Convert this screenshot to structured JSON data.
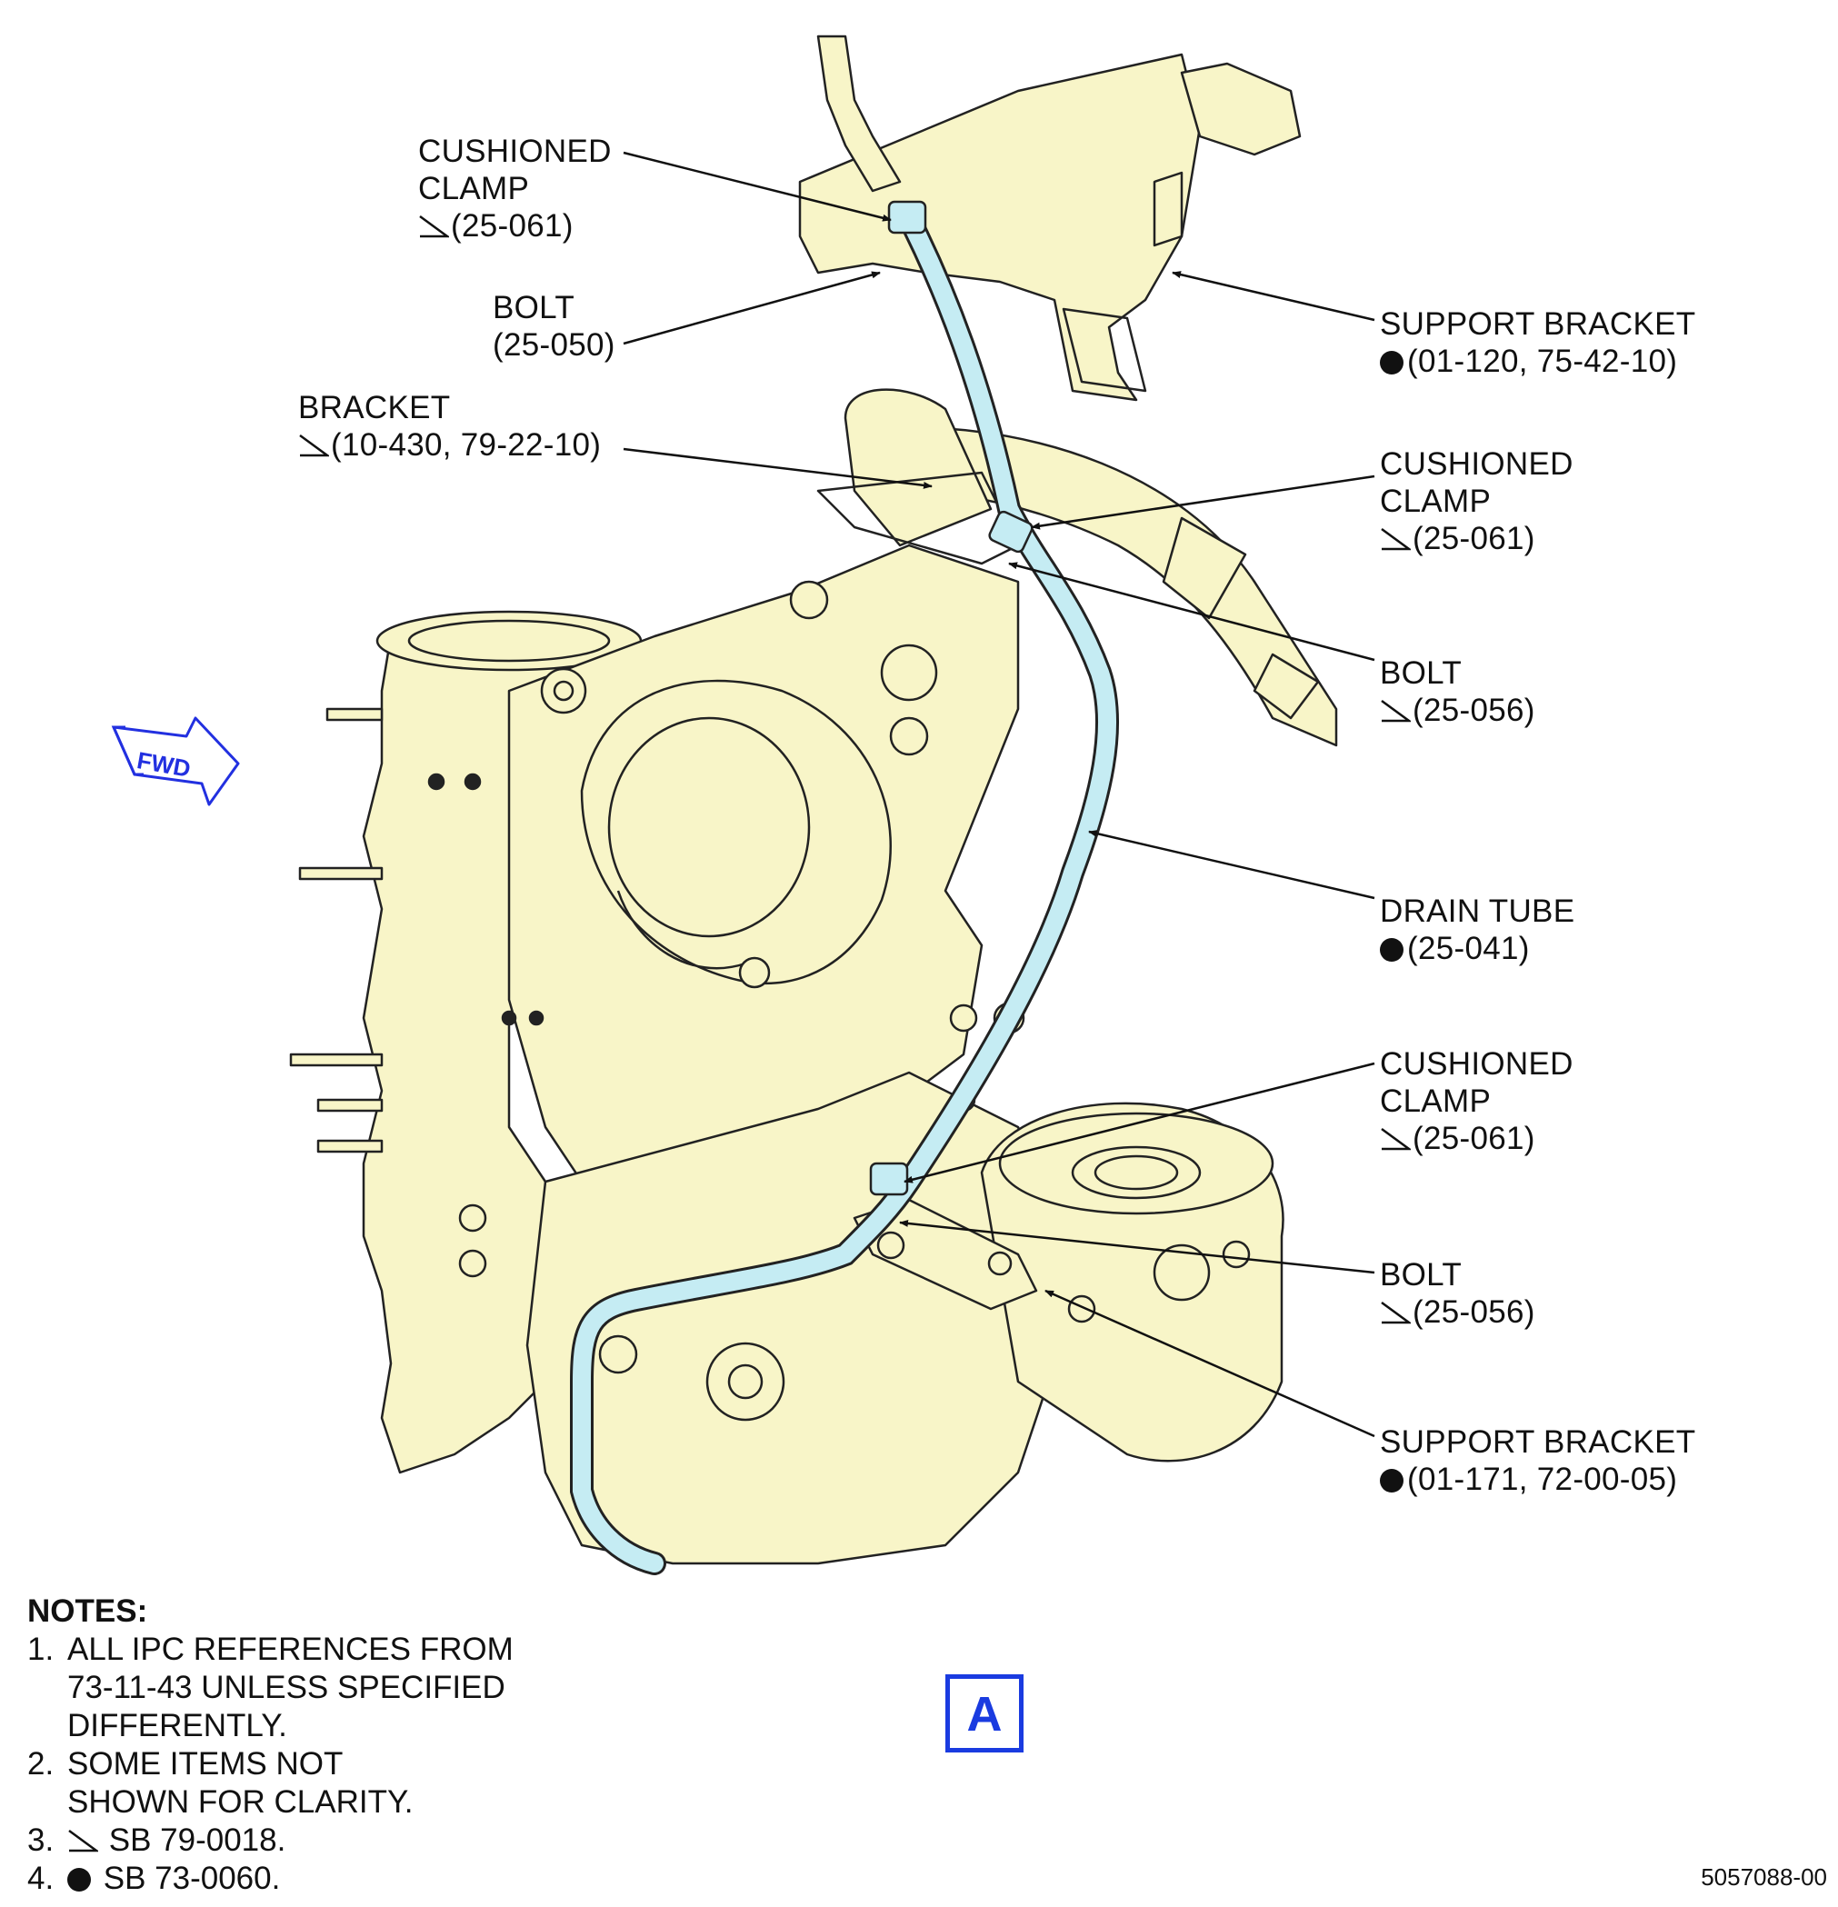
{
  "callouts": [
    {
      "id": "cushioned-clamp-top",
      "lines": [
        "CUSHIONED",
        "CLAMP"
      ],
      "ref": "(25-061)",
      "symbol": "triangle"
    },
    {
      "id": "bolt-top",
      "lines": [
        "BOLT"
      ],
      "ref": "(25-050)",
      "symbol": "none"
    },
    {
      "id": "bracket",
      "lines": [
        "BRACKET"
      ],
      "ref": "(10-430, 79-22-10)",
      "symbol": "triangle"
    },
    {
      "id": "support-bracket-top",
      "lines": [
        "SUPPORT BRACKET"
      ],
      "ref": "(01-120, 75-42-10)",
      "symbol": "dot"
    },
    {
      "id": "cushioned-clamp-mid",
      "lines": [
        "CUSHIONED",
        "CLAMP"
      ],
      "ref": "(25-061)",
      "symbol": "triangle"
    },
    {
      "id": "bolt-mid",
      "lines": [
        "BOLT"
      ],
      "ref": "(25-056)",
      "symbol": "triangle"
    },
    {
      "id": "drain-tube",
      "lines": [
        "DRAIN TUBE"
      ],
      "ref": "(25-041)",
      "symbol": "dot"
    },
    {
      "id": "cushioned-clamp-low",
      "lines": [
        "CUSHIONED",
        "CLAMP"
      ],
      "ref": "(25-061)",
      "symbol": "triangle"
    },
    {
      "id": "bolt-low",
      "lines": [
        "BOLT"
      ],
      "ref": "(25-056)",
      "symbol": "triangle"
    },
    {
      "id": "support-bracket-low",
      "lines": [
        "SUPPORT BRACKET"
      ],
      "ref": "(01-171, 72-00-05)",
      "symbol": "dot"
    }
  ],
  "fwd_label": "FWD",
  "notes": {
    "title": "NOTES:",
    "items": [
      {
        "num": "1.",
        "lines": [
          "ALL IPC REFERENCES FROM",
          "73-11-43 UNLESS SPECIFIED",
          "DIFFERENTLY."
        ]
      },
      {
        "num": "2.",
        "lines": [
          "SOME ITEMS NOT",
          "SHOWN FOR CLARITY."
        ]
      },
      {
        "num": "3.",
        "symbol": "triangle",
        "lines": [
          "SB 79-0018."
        ]
      },
      {
        "num": "4.",
        "symbol": "dot",
        "lines": [
          "SB 73-0060."
        ]
      }
    ]
  },
  "view_label": "A",
  "drawing_number": "5057088-00",
  "colors": {
    "engine_fill": "#f8f5c8",
    "drain_tube": "#c5ecf3",
    "view_blue": "#1a3be0",
    "fwd_blue": "#2230e0"
  }
}
